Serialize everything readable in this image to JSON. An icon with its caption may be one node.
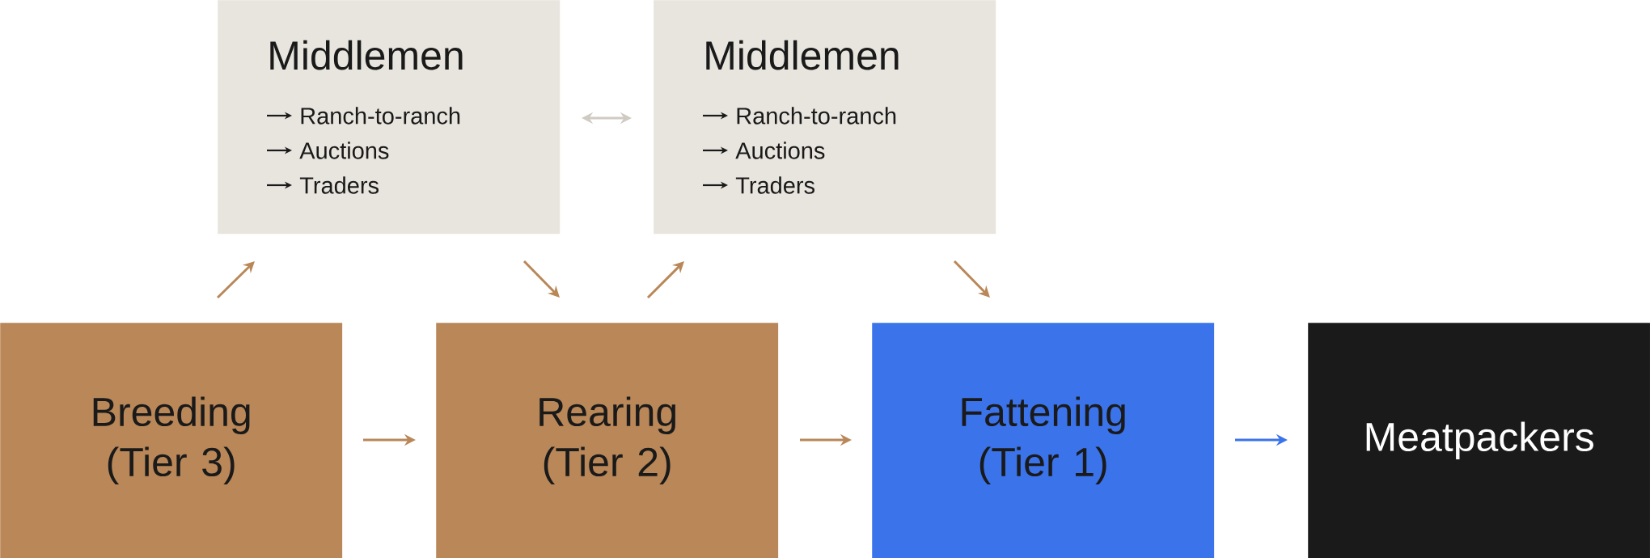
{
  "diagram": {
    "nodes": [
      {
        "text": [
          "Middlemen",
          "Ranch-to-ranch",
          "Auctions",
          "Traders"
        ]
      },
      {
        "text": [
          "Middlemen",
          "Ranch-to-ranch",
          "Auctions",
          "Traders"
        ]
      },
      {
        "text": [
          "Breeding (Tier 3)"
        ]
      },
      {
        "text": [
          "Rearing (Tier 2)"
        ]
      },
      {
        "text": [
          "Fattening (Tier 1)"
        ]
      },
      {
        "text": [
          "Meatpackers"
        ]
      }
    ],
    "edges": [
      {
        "from": 2,
        "to": 0,
        "arrow": "to"
      },
      {
        "from": 0,
        "to": 3,
        "arrow": "to"
      },
      {
        "from": 3,
        "to": 1,
        "arrow": "to"
      },
      {
        "from": 1,
        "to": 4,
        "arrow": "to"
      },
      {
        "from": 0,
        "to": 1,
        "arrow": "both",
        "color": "#cfcbc2"
      },
      {
        "from": 2,
        "to": 3,
        "arrow": "to"
      },
      {
        "from": 3,
        "to": 4,
        "arrow": "to"
      },
      {
        "from": 4,
        "to": 5,
        "arrow": "to",
        "color": "#3b73ea"
      }
    ]
  }
}
